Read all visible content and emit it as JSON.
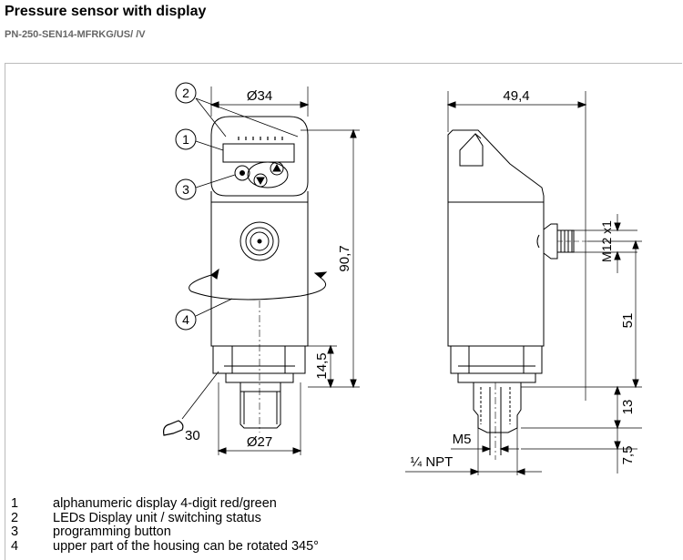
{
  "header": {
    "title": "Pressure sensor with display",
    "part_number": "PN-250-SEN14-MFRKG/US/ /V"
  },
  "drawing": {
    "front_view": {
      "callouts": [
        "2",
        "1",
        "3",
        "4"
      ],
      "dim_diameter_top": "Ø34",
      "dim_height_total": "90,7",
      "dim_height_hex": "14,5",
      "dim_diameter_bottom": "Ø27",
      "wrench_size": "30"
    },
    "side_view": {
      "dim_depth": "49,4",
      "dim_connector": "M12 x1",
      "dim_51": "51",
      "dim_13": "13",
      "dim_m5": "M5",
      "dim_npt": "¼ NPT",
      "dim_7_5": "7,5"
    }
  },
  "legend": [
    {
      "num": "1",
      "text": "alphanumeric display 4-digit red/green"
    },
    {
      "num": "2",
      "text": "LEDs Display unit / switching status"
    },
    {
      "num": "3",
      "text": "programming button"
    },
    {
      "num": "4",
      "text": "upper part of the housing can be rotated  345°"
    }
  ]
}
